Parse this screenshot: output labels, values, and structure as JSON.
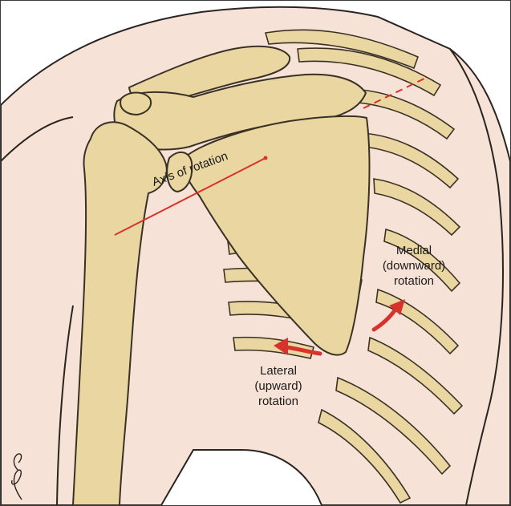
{
  "labels": {
    "axis": "Axis of rotation",
    "medial": [
      "Medial",
      "(downward)",
      "rotation"
    ],
    "lateral": [
      "Lateral",
      "(upward)",
      "rotation"
    ]
  },
  "colors": {
    "skin": "#f6e2d6",
    "bone": "#ead6a0",
    "bone_outline": "#3a3126",
    "axis_line": "#d8322c",
    "arrow": "#d8322c"
  }
}
